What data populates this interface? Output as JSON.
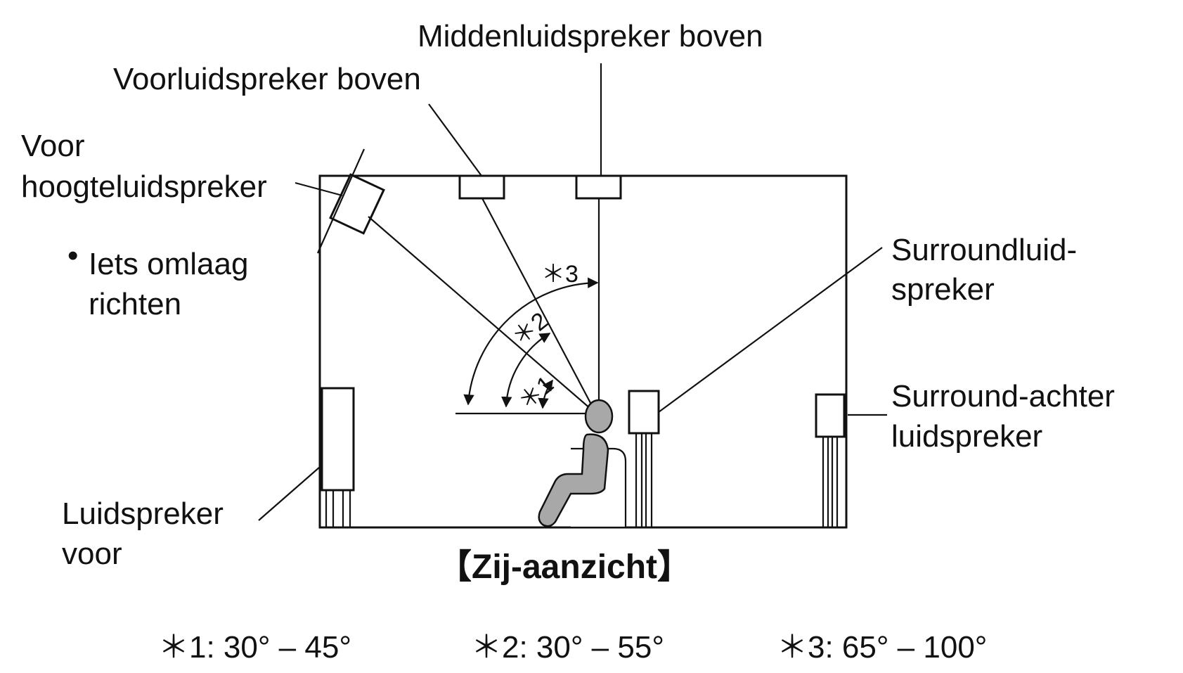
{
  "diagram": {
    "labels": {
      "center_top_speaker": "Middenluidspreker boven",
      "front_top_speaker": "Voorluidspreker boven",
      "front_height_speaker_line1": "Voor",
      "front_height_speaker_line2": "hoogteluidspreker",
      "note_bullet": "•",
      "note_line1": "Iets omlaag",
      "note_line2": "richten",
      "surround_speaker_line1": "Surroundluid-",
      "surround_speaker_line2": "spreker",
      "surround_back_speaker_line1": "Surround-achter",
      "surround_back_speaker_line2": "luidspreker",
      "front_speaker_line1": "Luidspreker",
      "front_speaker_line2": "voor",
      "view_title": "【Zij-aanzicht】"
    },
    "angle_markers": [
      "＊3",
      "＊2",
      "＊1"
    ],
    "legend": [
      "＊1: 30° – 45°",
      "＊2: 30° – 55°",
      "＊3: 65° – 100°"
    ]
  }
}
